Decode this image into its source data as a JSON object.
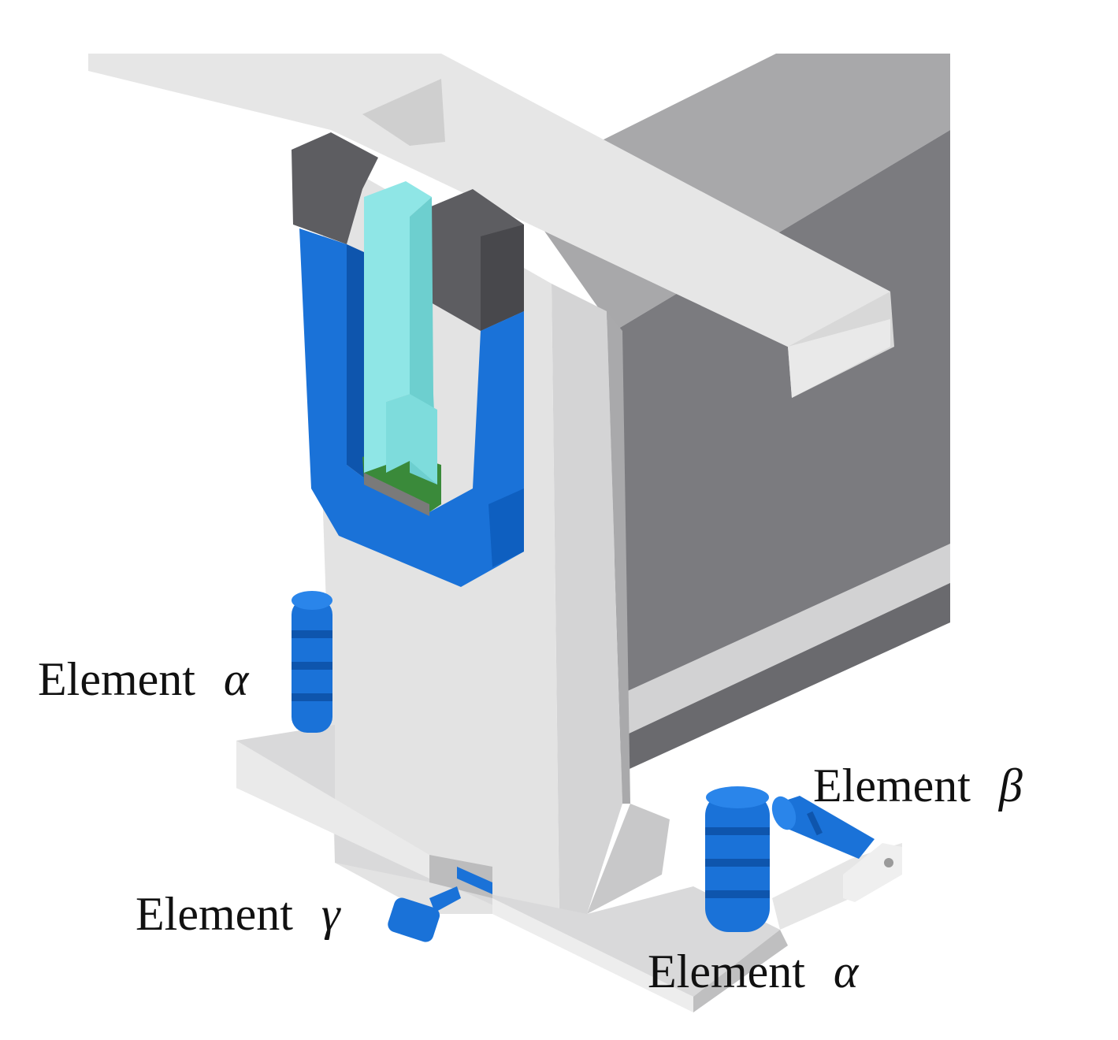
{
  "figure": {
    "labels": [
      {
        "text": "Element",
        "symbol": "α"
      },
      {
        "text": "Element",
        "symbol": "β"
      },
      {
        "text": "Element",
        "symbol": "γ"
      },
      {
        "text": "Element",
        "symbol": "α"
      }
    ]
  },
  "colors": {
    "background": "#ffffff",
    "frame_light": "#e3e3e3",
    "frame_mid": "#c9c9c9",
    "frame_dark": "#a7a7a8",
    "frame_darker": "#7a7a7d",
    "block_dark": "#5f5f63",
    "element_blue": "#1a72d8",
    "element_blue_dark": "#0e55ad",
    "cyan_part": "#8fe6e6",
    "green_part": "#3a8a3a"
  }
}
